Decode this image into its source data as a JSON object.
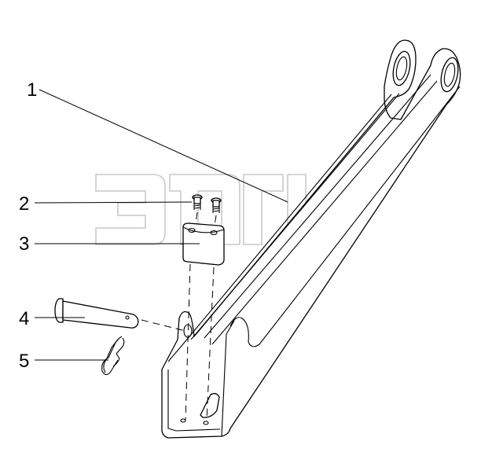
{
  "callouts": [
    {
      "id": "1",
      "label": "1"
    },
    {
      "id": "2",
      "label": "2"
    },
    {
      "id": "3",
      "label": "3"
    },
    {
      "id": "4",
      "label": "4"
    },
    {
      "id": "5",
      "label": "5"
    }
  ],
  "watermark": {
    "trademark": "TM"
  },
  "colors": {
    "line": "#000000",
    "watermark": "#c9c9c9",
    "background": "#ffffff"
  }
}
